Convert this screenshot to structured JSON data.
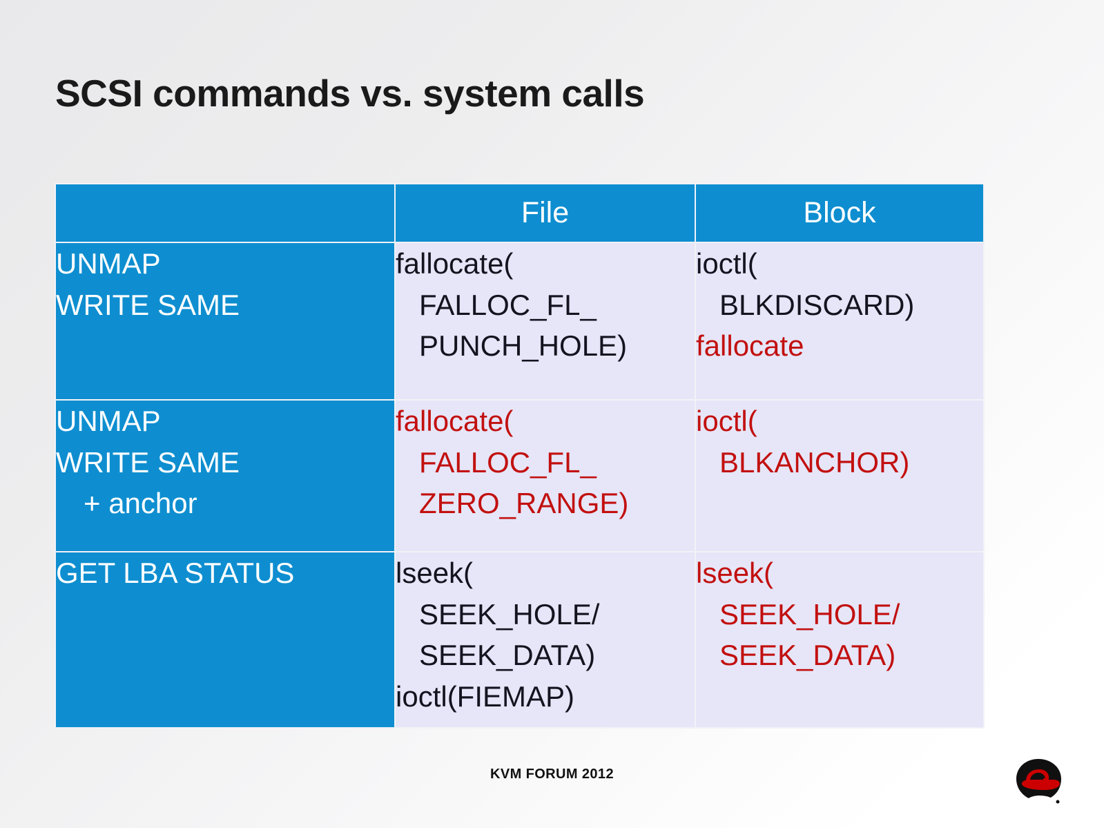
{
  "slide": {
    "title": "SCSI commands vs. system calls",
    "footer": "KVM FORUM 2012",
    "logo_name": "red-hat-shadowman-logo"
  },
  "colors": {
    "header_blue": "#0e8ed0",
    "cell_lavender": "#e6e6f8",
    "highlight_red": "#c2100f",
    "text_black": "#141420",
    "title_black": "#1a1a1a"
  },
  "table": {
    "columns": [
      "",
      "File",
      "Block"
    ],
    "rows": [
      {
        "command": [
          "UNMAP",
          "WRITE SAME"
        ],
        "file": [
          {
            "text": "fallocate(",
            "color": "black",
            "indent": 0
          },
          {
            "text": "FALLOC_FL_",
            "color": "black",
            "indent": 1
          },
          {
            "text": "PUNCH_HOLE)",
            "color": "black",
            "indent": 1
          }
        ],
        "block": [
          {
            "text": "ioctl(",
            "color": "black",
            "indent": 0
          },
          {
            "text": "BLKDISCARD)",
            "color": "black",
            "indent": 1
          },
          {
            "text": "fallocate",
            "color": "red",
            "indent": 0
          }
        ]
      },
      {
        "command": [
          "UNMAP",
          "WRITE SAME",
          "+ anchor"
        ],
        "file": [
          {
            "text": "fallocate(",
            "color": "red",
            "indent": 0
          },
          {
            "text": "FALLOC_FL_",
            "color": "red",
            "indent": 1
          },
          {
            "text": "ZERO_RANGE)",
            "color": "red",
            "indent": 1
          }
        ],
        "block": [
          {
            "text": "ioctl(",
            "color": "red",
            "indent": 0
          },
          {
            "text": "BLKANCHOR)",
            "color": "red",
            "indent": 1
          }
        ]
      },
      {
        "command": [
          "GET LBA STATUS"
        ],
        "file": [
          {
            "text": "lseek(",
            "color": "black",
            "indent": 0
          },
          {
            "text": "SEEK_HOLE/",
            "color": "black",
            "indent": 1
          },
          {
            "text": "SEEK_DATA)",
            "color": "black",
            "indent": 1
          },
          {
            "text": "ioctl(FIEMAP)",
            "color": "black",
            "indent": 0
          }
        ],
        "block": [
          {
            "text": "lseek(",
            "color": "red",
            "indent": 0
          },
          {
            "text": "SEEK_HOLE/",
            "color": "red",
            "indent": 1
          },
          {
            "text": "SEEK_DATA)",
            "color": "red",
            "indent": 1
          }
        ]
      }
    ]
  }
}
